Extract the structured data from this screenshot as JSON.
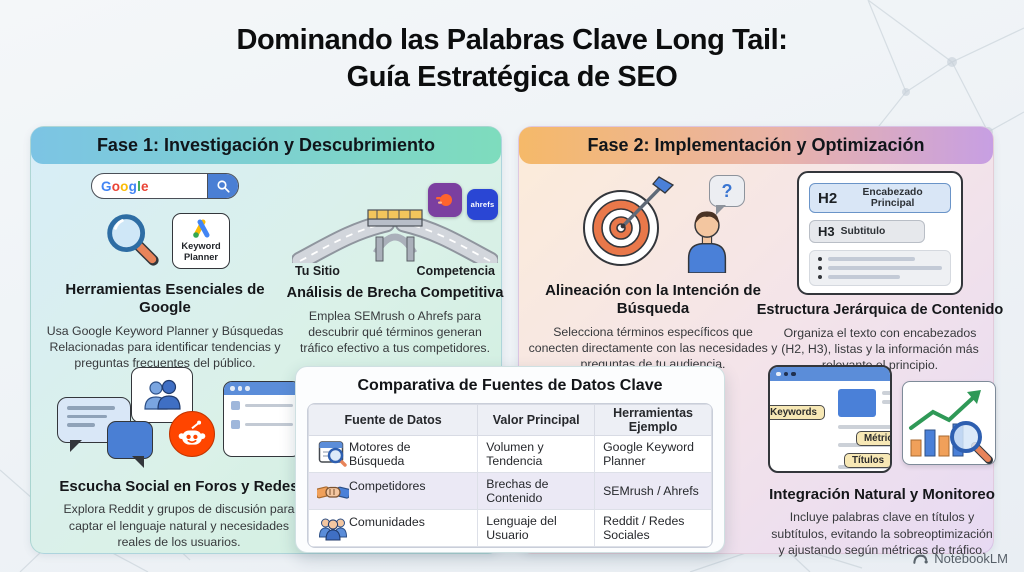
{
  "title": {
    "line1": "Dominando las Palabras Clave Long Tail:",
    "line2": "Guía Estratégica de SEO"
  },
  "phase1": {
    "header": "Fase 1: Investigación y Descubrimiento",
    "google_letters": [
      "G",
      "o",
      "o",
      "g",
      "l",
      "e"
    ],
    "keyword_planner_label": "Keyword Planner",
    "bridge": {
      "label_left": "Tu Sitio",
      "label_right": "Competencia",
      "ahrefs_label": "ahrefs"
    },
    "blocks": [
      {
        "heading": "Herramientas Esenciales de Google",
        "body": "Usa Google Keyword Planner y Búsquedas Relacionadas para identificar tendencias y preguntas frecuentes del público."
      },
      {
        "heading": "Análisis de Brecha Competitiva",
        "body": "Emplea SEMrush o Ahrefs para descubrir qué términos generan tráfico efectivo a tus competidores."
      },
      {
        "heading": "Escucha Social en Foros y Redes",
        "body": "Explora Reddit y grupos de discusión para captar el lenguaje natural y necesidades reales de los usuarios."
      }
    ]
  },
  "phase2": {
    "header": "Fase 2: Implementación y Optimización",
    "question_mark": "?",
    "content_card": {
      "h2_tag": "H2",
      "h2_text": "Encabezado Principal",
      "h3_tag": "H3",
      "h3_text": "Subtitulo"
    },
    "tags": [
      "Keywords",
      "Métricas",
      "Títulos"
    ],
    "blocks": [
      {
        "heading": "Alineación con la Intención de Búsqueda",
        "body": "Selecciona términos específicos que conecten directamente con las necesidades y preguntas de tu audiencia."
      },
      {
        "heading": "Estructura Jerárquica de Contenido",
        "body": "Organiza el texto con encabezados (H2, H3), listas y la información más relevante el principio."
      },
      {
        "heading": "Integración Natural y Monitoreo",
        "body": "Incluye palabras clave en títulos y subtítulos, evitando la sobreoptimización y ajustando según métricas de tráfico."
      }
    ]
  },
  "table": {
    "title": "Comparativa de Fuentes de Datos Clave",
    "headers": [
      "Fuente de Datos",
      "Valor Principal",
      "Herramientas Ejemplo"
    ],
    "rows": [
      {
        "source": "Motores de Búsqueda",
        "value": "Volumen y Tendencia",
        "tools": "Google Keyword Planner"
      },
      {
        "source": "Competidores",
        "value": "Brechas de Contenido",
        "tools": "SEMrush / Ahrefs"
      },
      {
        "source": "Comunidades",
        "value": "Lenguaje del Usuario",
        "tools": "Reddit / Redes Sociales"
      }
    ]
  },
  "footer": {
    "brand": "NotebookLM"
  },
  "colors": {
    "phase1_header_start": "#7cc4e4",
    "phase1_header_end": "#7edcbd",
    "phase2_header_start": "#f5b969",
    "phase2_header_end": "#c79fe3",
    "reddit_orange": "#ff4500",
    "semrush_purple": "#7b3fa0",
    "ahrefs_blue": "#2a46d4",
    "google_blue": "#4285f4"
  }
}
